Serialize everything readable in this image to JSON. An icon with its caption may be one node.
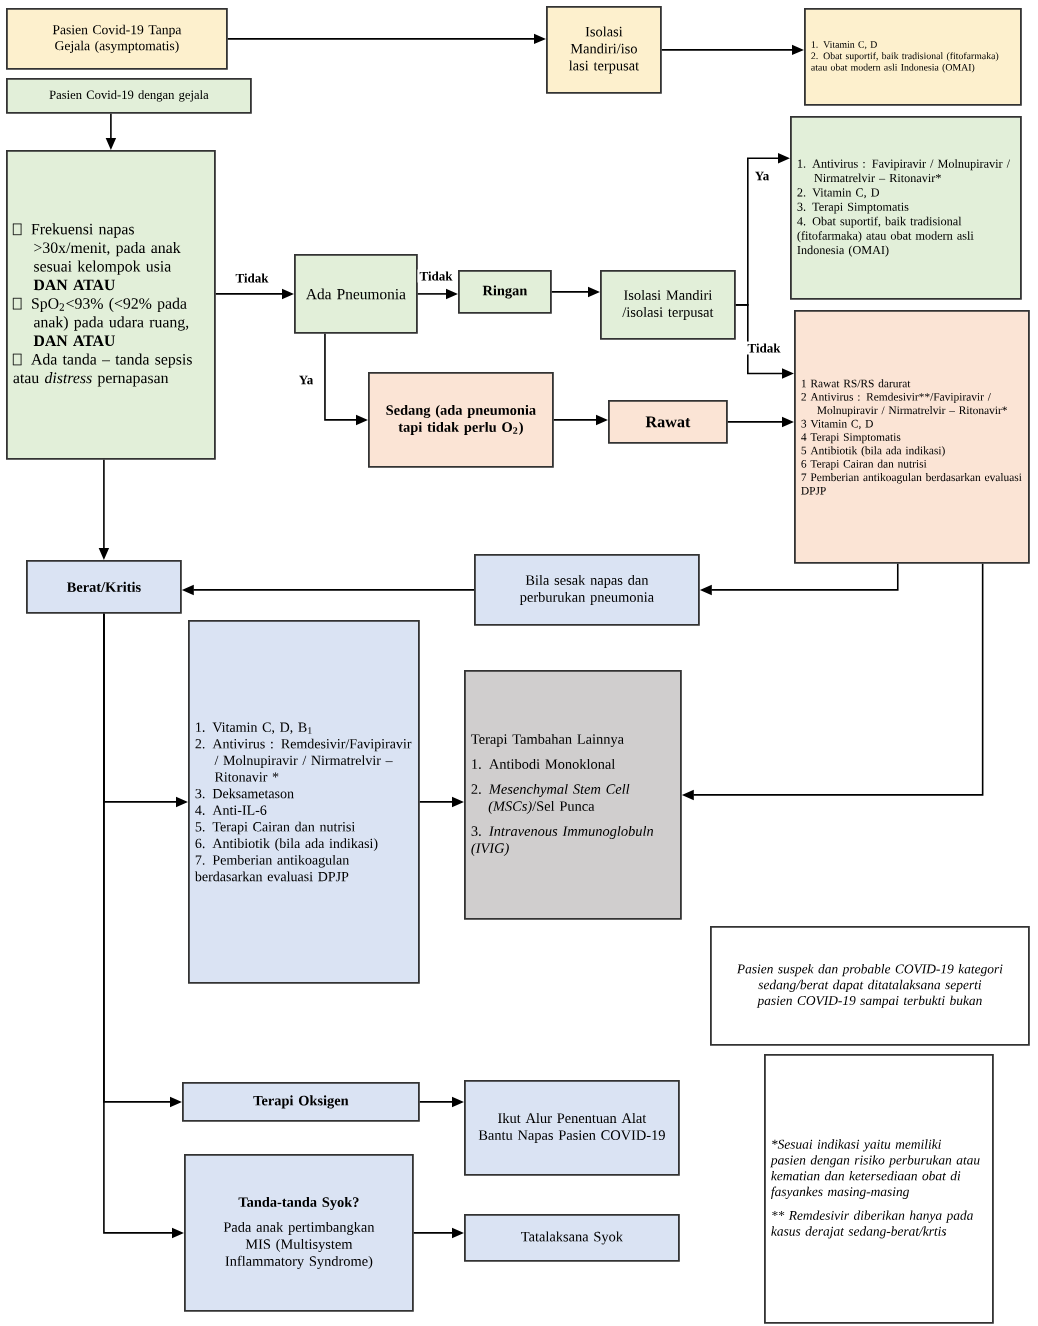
{
  "diagram": {
    "nodes": [
      {
        "text": [
          "Pasien Covid-19 Tanpa Gejala (asymptomatis)"
        ]
      },
      {
        "text": [
          "Isolasi Mandiri/iso lasi terpusat"
        ]
      },
      {
        "text": [
          "1. Vitamin C, D",
          "2. Obat suportif, baik tradisional (fitofarmaka) atau obat modern asli Indonesia (OMAI)"
        ]
      },
      {
        "text": [
          "Pasien Covid-19 dengan gejala"
        ]
      },
      {
        "text": [
          "Frekuensi napas >30x/menit, pada anak sesuai kelompok usia **DAN ATAU**",
          "SpO$_{2}$<93% (<92% pada anak) pada udara ruang, **DAN ATAU**",
          "Ada tanda – tanda sepsis atau *distress* pernapasan"
        ]
      },
      {
        "text": [
          "Ada Pneumonia"
        ]
      },
      {
        "text": [
          "Ringan"
        ]
      },
      {
        "text": [
          "Isolasi Mandiri /isolasi terpusat"
        ]
      },
      {
        "text": [
          "1. Antivirus : Favipiravir / Molnupiravir / Nirmatrelvir – Ritonavir*",
          "2. Vitamin C, D",
          "3. Terapi Simptomatis",
          "4. Obat suportif, baik tradisional (fitofarmaka) atau obat modern asli Indonesia (OMAI)"
        ]
      },
      {
        "text": [
          "Sedang (ada pneumonia tapi tidak perlu O$_{2}$)"
        ]
      },
      {
        "text": [
          "Rawat"
        ]
      },
      {
        "text": [
          "1 Rawat RS/RS darurat",
          "2 Antivirus : Remdesivir**/Favipiravir / Molnupiravir / Nirmatrelvir – Ritonavir*",
          "3 Vitamin C, D",
          "4 Terapi Simptomatis",
          "5 Antibiotik (bila ada indikasi)",
          "6 Terapi Cairan dan nutrisi",
          "7 Pemberian antikoagulan berdasarkan evaluasi DPJP"
        ]
      },
      {
        "text": [
          "Berat/Kritis"
        ]
      },
      {
        "text": [
          "Bila sesak napas dan perburukan pneumonia"
        ]
      },
      {
        "text": [
          "1. Vitamin C, D, B$_{1}$",
          "2. Antivirus : Remdesivir/Favipiravir / Molnupiravir / Nirmatrelvir – Ritonavir *",
          "3. Deksametason",
          "4. Anti-IL-6",
          "5. Terapi Cairan dan nutrisi",
          "6. Antibiotik (bila ada indikasi)",
          "7. Pemberian antikoagulan berdasarkan evaluasi DPJP"
        ]
      },
      {
        "text": [
          "Terapi Tambahan Lainnya",
          "1. Antibodi Monoklonal",
          "2. *Mesenchymal Stem Cell (MSCs)*/Sel Punca",
          "3. *Intravenous Immunoglobuln (IVIG)*"
        ]
      },
      {
        "text": [
          "Pasien suspek dan probable COVID-19 kategori sedang/berat dapat ditatalaksana seperti pasien COVID-19 sampai terbukti bukan"
        ]
      },
      {
        "text": [
          "*Sesuai indikasi yaitu memiliki pasien dengan risiko perburukan atau kematian dan ketersediaan obat di fasyankes masing-masing",
          "** Remdesivir diberikan hanya pada kasus derajat sedang-berat/krtis"
        ]
      },
      {
        "text": [
          "Terapi Oksigen"
        ]
      },
      {
        "text": [
          "Ikut Alur Penentuan Alat Bantu Napas Pasien COVID-19"
        ]
      },
      {
        "text": [
          "Tanda-tanda Syok?",
          "Pada anak pertimbangkan MIS (Multisystem Inflammatory Syndrome)"
        ]
      },
      {
        "text": [
          "Tatalaksana Syok"
        ]
      }
    ],
    "edges": [
      {
        "from": 0,
        "to": 1,
        "arrow": "to"
      },
      {
        "from": 1,
        "to": 2,
        "arrow": "to"
      },
      {
        "from": 3,
        "to": 4,
        "arrow": "to"
      },
      {
        "from": 4,
        "to": 5,
        "arrow": "to",
        "label": "Tidak"
      },
      {
        "from": 5,
        "to": 6,
        "arrow": "to",
        "label": "Tidak"
      },
      {
        "from": 5,
        "to": 9,
        "arrow": "to",
        "label": "Ya"
      },
      {
        "from": 6,
        "to": 7,
        "arrow": "to"
      },
      {
        "from": 7,
        "to": 8,
        "arrow": "to",
        "label": "Ya"
      },
      {
        "from": 7,
        "to": 11,
        "arrow": "to",
        "label": "Tidak"
      },
      {
        "from": 9,
        "to": 10,
        "arrow": "to"
      },
      {
        "from": 10,
        "to": 11,
        "arrow": "to"
      },
      {
        "from": 4,
        "to": 12,
        "arrow": "to"
      },
      {
        "from": 11,
        "to": 13,
        "arrow": "to"
      },
      {
        "from": 13,
        "to": 12,
        "arrow": "to"
      },
      {
        "from": 11,
        "to": 15,
        "arrow": "to"
      },
      {
        "from": 12,
        "to": 14,
        "arrow": "to"
      },
      {
        "from": 14,
        "to": 15,
        "arrow": "to"
      },
      {
        "from": 12,
        "to": 18,
        "arrow": "to"
      },
      {
        "from": 12,
        "to": 20,
        "arrow": "to"
      },
      {
        "from": 18,
        "to": 19,
        "arrow": "to"
      },
      {
        "from": 20,
        "to": 21,
        "arrow": "to"
      }
    ]
  }
}
